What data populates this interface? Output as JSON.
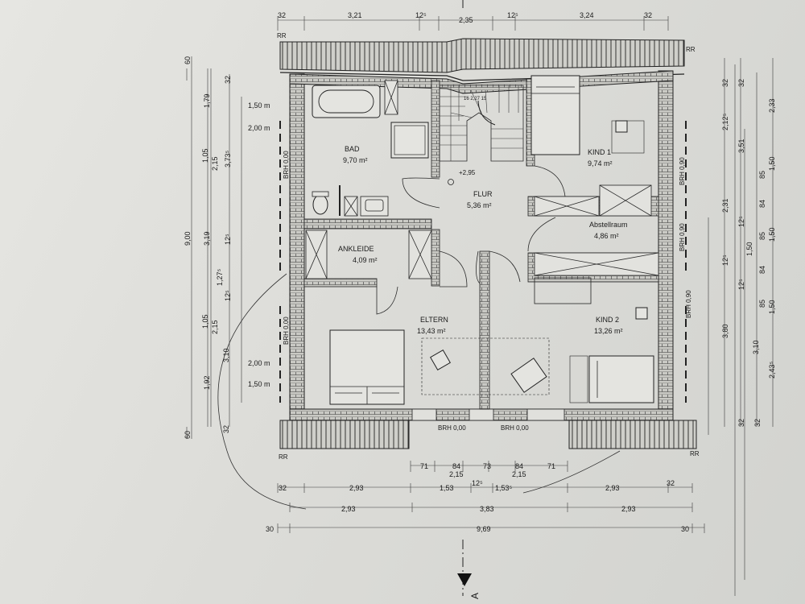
{
  "rooms": [
    {
      "name": "BAD",
      "area": "9,70 m²"
    },
    {
      "name": "ANKLEIDE",
      "area": "4,09 m²"
    },
    {
      "name": "FLUR",
      "area": "5,36 m²"
    },
    {
      "name": "KIND 1",
      "area": "9,74 m²"
    },
    {
      "name": "Abstellraum",
      "area": "4,86 m²"
    },
    {
      "name": "ELTERN",
      "area": "13,43 m²"
    },
    {
      "name": "KIND 2",
      "area": "13,26 m²"
    }
  ],
  "level": "+2,95",
  "stair_numbers": "16  2,27  15",
  "brh": {
    "left_top": "BRH 0,00",
    "left_bottom": "BRH 0,00",
    "right_1": "BRH 0,90",
    "right_2": "BRH 0,90",
    "right_3": "BRH 0,90",
    "bottom_1": "BRH 0,00",
    "bottom_2": "BRH 0,00"
  },
  "rr": {
    "tl": "RR",
    "tr": "RR",
    "bl": "RR",
    "br": "RR"
  },
  "top_dims": [
    "32",
    "3,21",
    "12⁵",
    "2,35",
    "12⁵",
    "3,24",
    "32"
  ],
  "bottom_dims": {
    "row1": [
      "71",
      "84",
      "73",
      "84",
      "71"
    ],
    "row1b": [
      "2,15",
      "2,15"
    ],
    "row2": [
      "32",
      "2,93",
      "1,53",
      "12⁵",
      "1,53⁵",
      "2,93",
      "32"
    ],
    "row3": [
      "2,93",
      "3,83",
      "2,93"
    ],
    "row4": [
      "30",
      "9,69",
      "30"
    ]
  },
  "left_dims": {
    "outer": [
      "60",
      "9,00",
      "60"
    ],
    "mid": [
      "32",
      "1,79",
      "1,05",
      "3,19",
      "1,05",
      "3,10",
      "32"
    ],
    "inner": [
      "2,15",
      "3,73⁵",
      "12⁵",
      "1,27⁵",
      "12⁵",
      "2,15",
      "1,92"
    ],
    "heights": [
      "1,50 m",
      "2,00 m",
      "2,00 m",
      "1,50 m"
    ]
  },
  "right_dims": {
    "a": [
      "32",
      "2,12⁵",
      "2,31",
      "12⁵",
      "3,80",
      "32"
    ],
    "b": [
      "32",
      "3,51",
      "12⁵",
      "1,50",
      "12⁵",
      "3,10",
      "2,43⁵",
      "32"
    ],
    "c": [
      "2,33",
      "85",
      "84",
      "85",
      "84",
      "85"
    ],
    "d": [
      "1,50",
      "1,50",
      "1,50"
    ]
  },
  "section_mark": "A"
}
